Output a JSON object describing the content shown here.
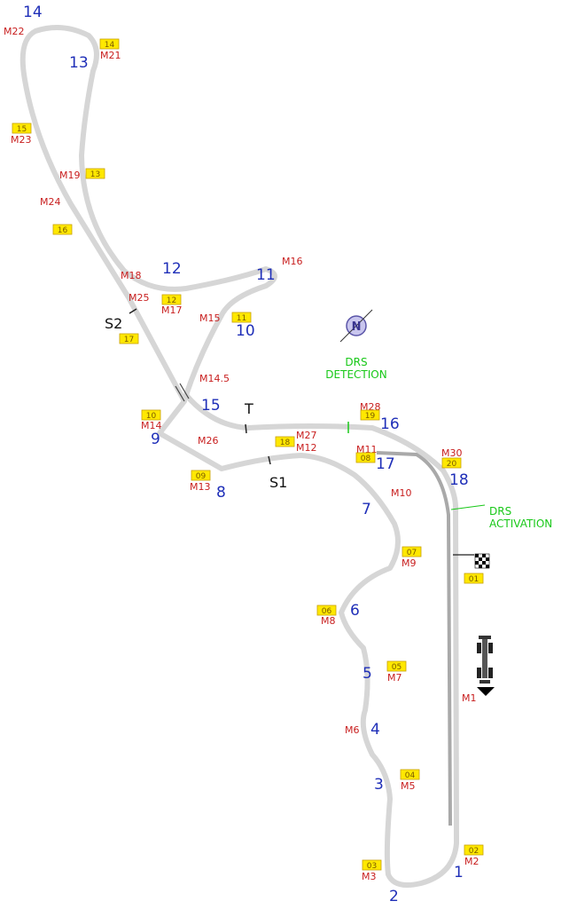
{
  "colors": {
    "track": "#d6d6d6",
    "pitlane": "#a9a9a9",
    "turn_number": "#1f2fb8",
    "marker": "#c81e1e",
    "sign_fill": "#ffe800",
    "sign_border": "#c8a000",
    "sign_text": "#7a5a00",
    "drs": "#18c818",
    "sector": "#111111"
  },
  "turns": [
    "1",
    "2",
    "3",
    "4",
    "5",
    "6",
    "7",
    "8",
    "9",
    "10",
    "11",
    "12",
    "13",
    "14",
    "15",
    "16",
    "17",
    "18"
  ],
  "markers": [
    "M1",
    "M2",
    "M3",
    "M5",
    "M6",
    "M7",
    "M8",
    "M9",
    "M10",
    "M11",
    "M12",
    "M13",
    "M14",
    "M14.5",
    "M15",
    "M16",
    "M17",
    "M18",
    "M19",
    "M21",
    "M22",
    "M23",
    "M24",
    "M25",
    "M26",
    "M27",
    "M28",
    "M30"
  ],
  "signs": [
    "01",
    "02",
    "03",
    "04",
    "05",
    "06",
    "07",
    "08",
    "09",
    "10",
    "11",
    "12",
    "13",
    "14",
    "15",
    "16",
    "17",
    "18",
    "19",
    "20"
  ],
  "sectors": {
    "s1": "S1",
    "s2": "S2",
    "t": "T"
  },
  "drs": {
    "detection_line1": "DRS",
    "detection_line2": "DETECTION",
    "activation_line1": "DRS",
    "activation_line2": "ACTIVATION"
  },
  "icons": {
    "compass": "north-compass-icon",
    "flag": "checkered-flag-icon",
    "car": "race-car-icon"
  }
}
